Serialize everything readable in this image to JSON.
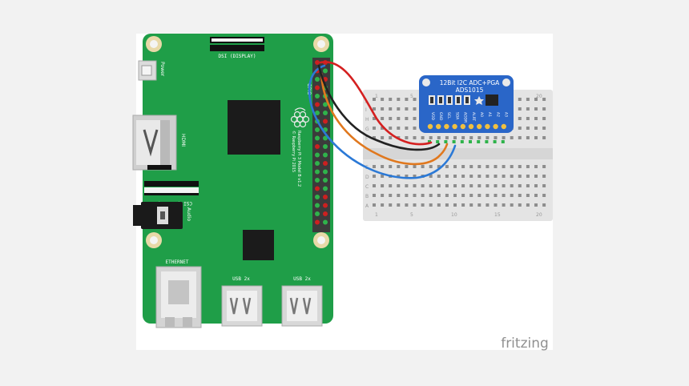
{
  "colors": {
    "page_bg": "#f2f2f2",
    "canvas_bg": "#ffffff",
    "pcb_green": "#1f9e48",
    "pcb_dark": "#178a3c",
    "breakout_blue": "#2a66c8",
    "wire_red": "#d42020",
    "wire_black": "#222222",
    "wire_orange": "#e0781e",
    "wire_blue": "#2b79d6",
    "breadboard": "#e4e4e4",
    "breadboard_rail": "#d6d6d6",
    "chip": "#222222",
    "metal": "#cfcfcf"
  },
  "pi": {
    "label_dsi": "DSI (DISPLAY)",
    "label_power": "Power",
    "label_hdmi": "HDMI",
    "label_csi": "CSI (CAMERA)",
    "label_audio": "Audio",
    "label_ethernet": "ETHERNET",
    "label_usb_1": "USB 2x",
    "label_usb_2": "USB 2x",
    "label_gpio": "GPIO",
    "label_model": "Raspberry Pi 3 Model B v1.2",
    "label_copyright": "© Raspberry Pi 2015"
  },
  "adc": {
    "title_line1": "12Bit I2C ADC+PGA",
    "title_line2": "ADS1015",
    "pins": [
      "VDD",
      "GND",
      "SCL",
      "SDA",
      "ADDR",
      "ALRT",
      "A0",
      "A1",
      "A2",
      "A3"
    ]
  },
  "breadboard": {
    "col_labels": [
      "1",
      "5",
      "10",
      "15",
      "20"
    ],
    "row_labels_top": [
      "J",
      "I",
      "H",
      "G",
      "F"
    ],
    "row_labels_bottom": [
      "E",
      "D",
      "C",
      "B",
      "A"
    ]
  },
  "wires": [
    {
      "name": "red",
      "connects": "3V3 to VDD"
    },
    {
      "name": "black",
      "connects": "GND to GND"
    },
    {
      "name": "orange",
      "connects": "SCL to SCL"
    },
    {
      "name": "blue",
      "connects": "SDA to SDA"
    }
  ],
  "watermark": "fritzing"
}
